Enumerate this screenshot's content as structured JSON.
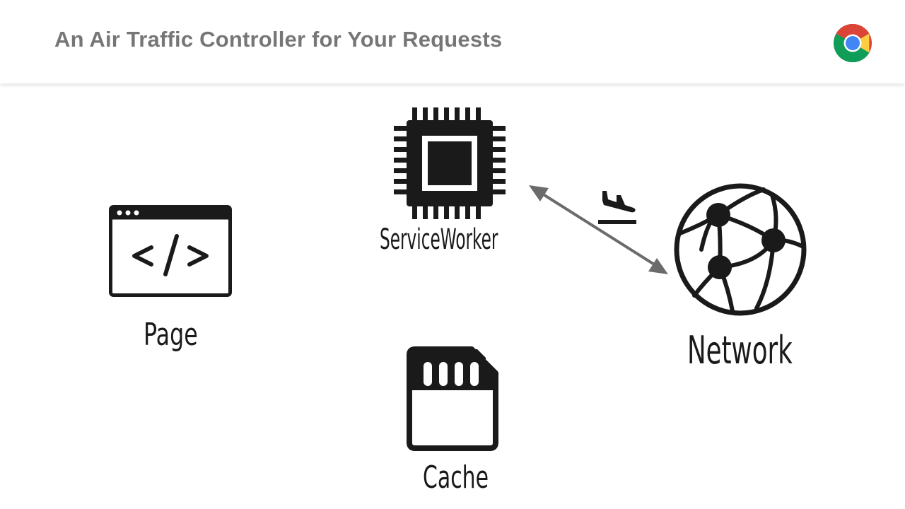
{
  "slide": {
    "title": "An Air Traffic Controller for Your Requests"
  },
  "logo": {
    "icon": "chrome-logo-icon"
  },
  "nodes": {
    "page": {
      "label": "Page",
      "icon": "browser-code-window-icon"
    },
    "service_worker": {
      "label": "ServiceWorker",
      "icon": "cpu-chip-icon"
    },
    "network": {
      "label": "Network",
      "icon": "globe-network-icon"
    },
    "cache": {
      "label": "Cache",
      "icon": "sd-card-icon"
    }
  },
  "connections": [
    {
      "from": "service_worker",
      "to": "network",
      "direction": "bidirectional",
      "icon": "plane-landing-icon"
    }
  ],
  "colors": {
    "title": "#767676",
    "icon": "#1a1a1a",
    "arrow": "#6b6b6b"
  }
}
